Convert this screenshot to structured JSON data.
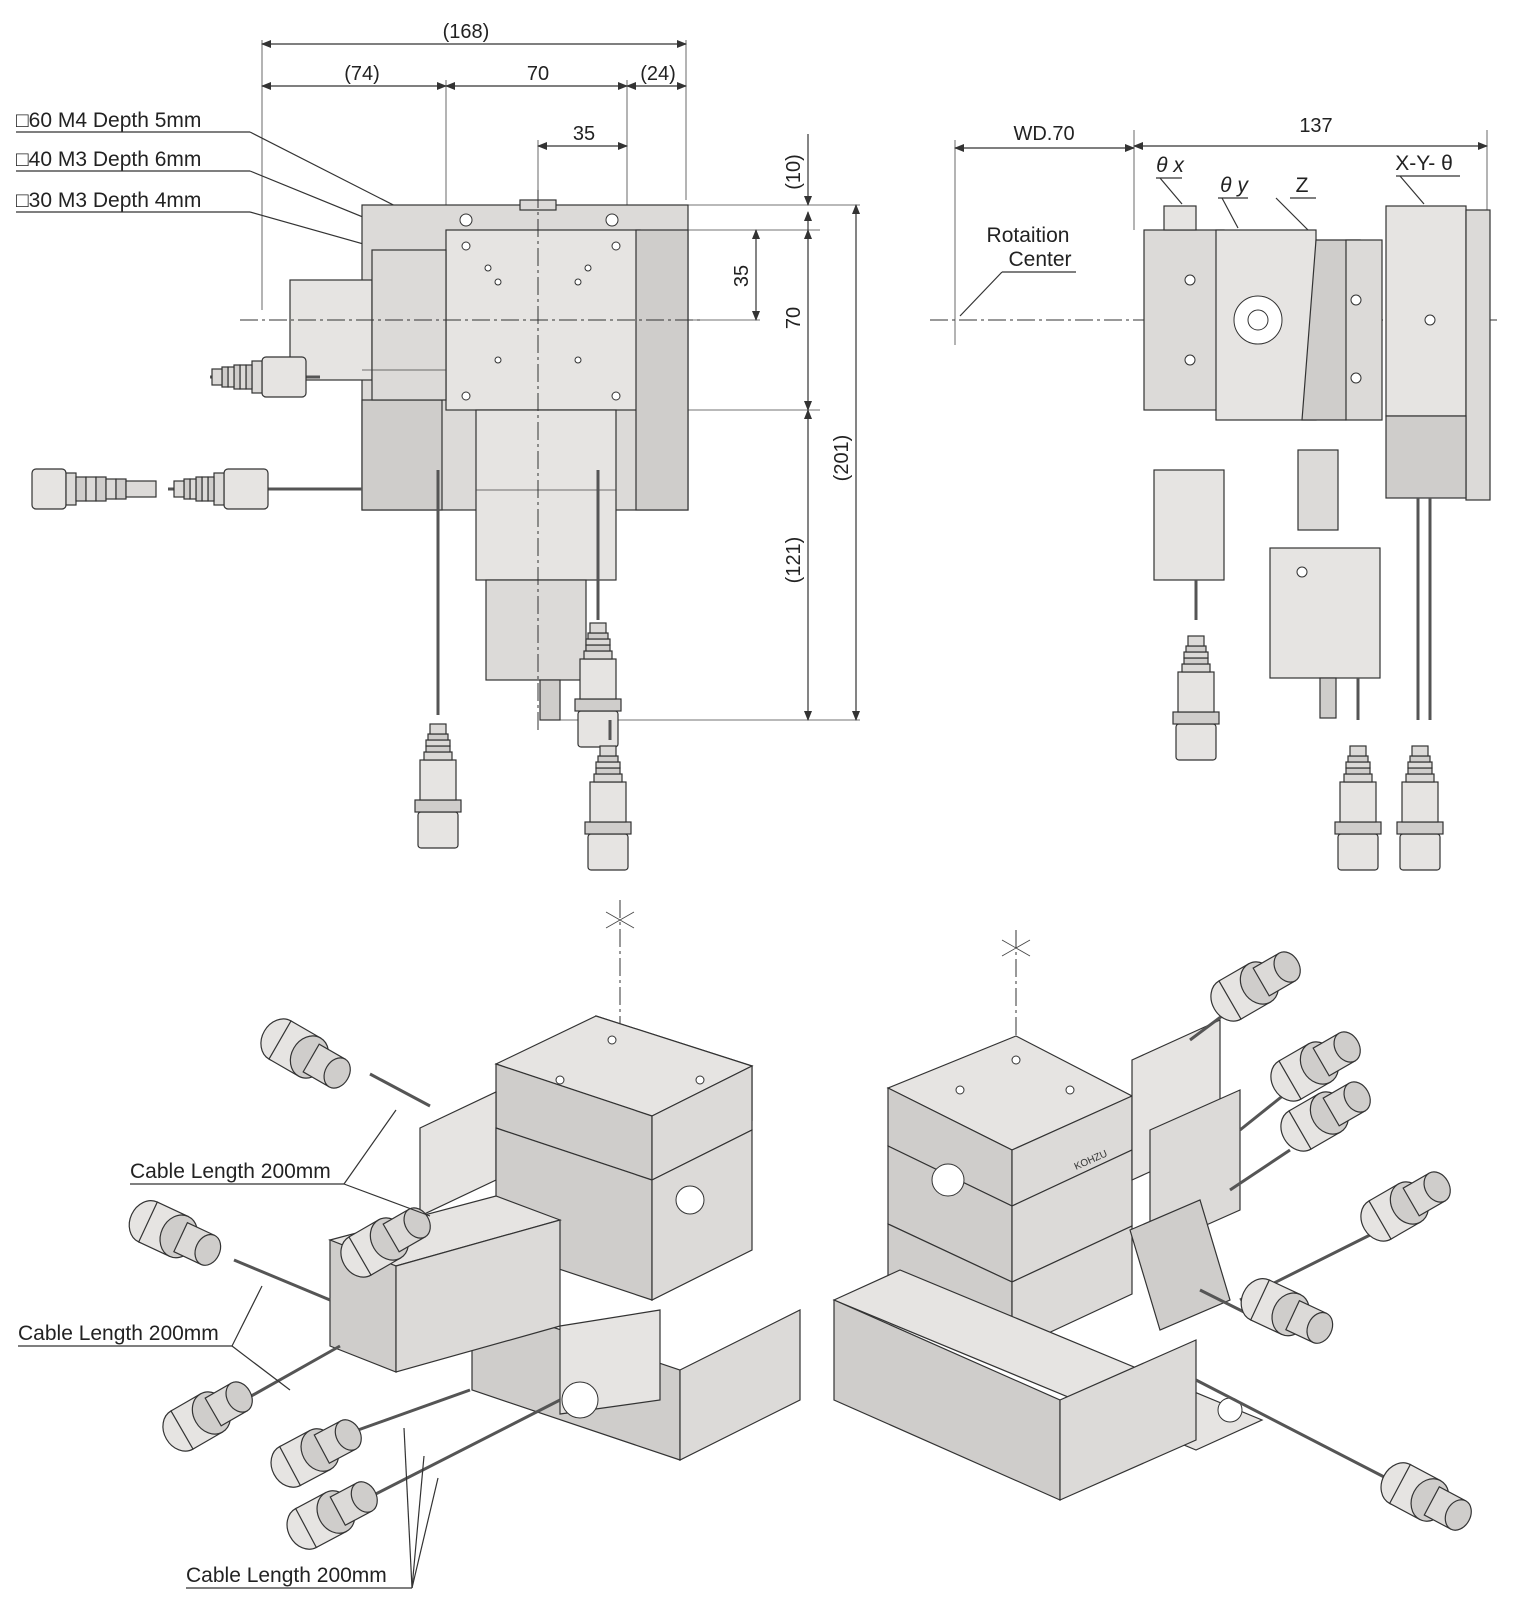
{
  "front_view": {
    "dim_168": "(168)",
    "dim_74": "(74)",
    "dim_70_top": "70",
    "dim_24": "(24)",
    "dim_35_top": "35",
    "dim_10": "(10)",
    "dim_35_side": "35",
    "dim_70_side": "70",
    "dim_201": "(201)",
    "dim_121": "(121)",
    "notes": [
      "□60 M4 Depth 5mm",
      "□40 M3 Depth 6mm",
      "□30 M3 Depth 4mm"
    ]
  },
  "side_view": {
    "dim_wd": "WD.70",
    "dim_137": "137",
    "rotation_center_line1": "Rotaition",
    "rotation_center_line2": "Center",
    "axis_theta_x": "θ x",
    "axis_theta_y": "θ y",
    "axis_z": "Z",
    "axis_xy_theta": "X-Y- θ"
  },
  "iso_views": {
    "cable_label_1": "Cable Length 200mm",
    "cable_label_2": "Cable Length 200mm",
    "cable_label_3": "Cable Length 200mm",
    "brand": "KOHZU"
  }
}
